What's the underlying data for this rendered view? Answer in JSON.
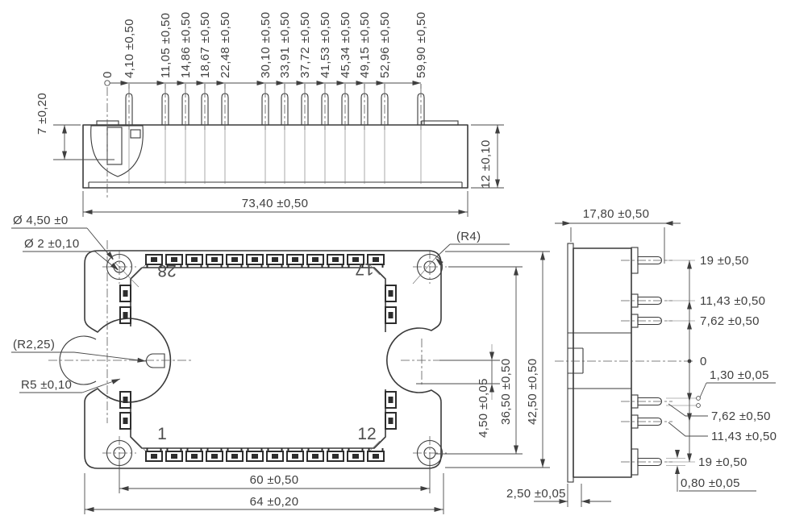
{
  "drawing": {
    "front_view": {
      "ordinates": [
        "0",
        "4,10 ±0,50",
        "11,05 ±0,50",
        "14,86 ±0,50",
        "18,67 ±0,50",
        "22,48 ±0,50",
        "30,10 ±0,50",
        "33,91 ±0,50",
        "37,72 ±0,50",
        "41,53 ±0,50",
        "45,34 ±0,50",
        "49,15 ±0,50",
        "52,96 ±0,50",
        "59,90 ±0,50"
      ],
      "pin_height": "7 ±0,20",
      "body_height": "12 ±0,10",
      "overall_width": "73,40 ±0,50"
    },
    "top_view": {
      "mount_hole_outer_dia": "Ø 4,50 ±0",
      "mount_hole_inner_dia": "Ø 2 ±0,10",
      "corner_radius": "(R4)",
      "notch_tab_radius": "(R2,25)",
      "notch_radius": "R5 ±0,10",
      "pin_labels": {
        "top_left": "28",
        "top_right": "17",
        "bottom_left": "1",
        "bottom_right": "12"
      },
      "notch_center_offset": "4,50 ±0,05",
      "hole_row_span": "36,50 ±0,50",
      "overall_height": "42,50 ±0,50",
      "hole_col_span": "60 ±0,50",
      "overall_width": "64 ±0,20"
    },
    "side_view": {
      "overall_depth": "17,80 ±0,50",
      "pin_len_upper": [
        "19 ±0,50",
        "11,43 ±0,50",
        "7,62 ±0,50"
      ],
      "zero": "0",
      "pin_thickness": "1,30 ±0,05",
      "pin_len_lower": [
        "7,62 ±0,50",
        "11,43 ±0,50",
        "19 ±0,50"
      ],
      "pin_width": "0,80 ±0,05",
      "baseplate_thickness": "2,50 ±0,05"
    },
    "colors": {
      "line": "#3a3a3a",
      "text": "#3f3f3f",
      "background": "#ffffff"
    }
  }
}
